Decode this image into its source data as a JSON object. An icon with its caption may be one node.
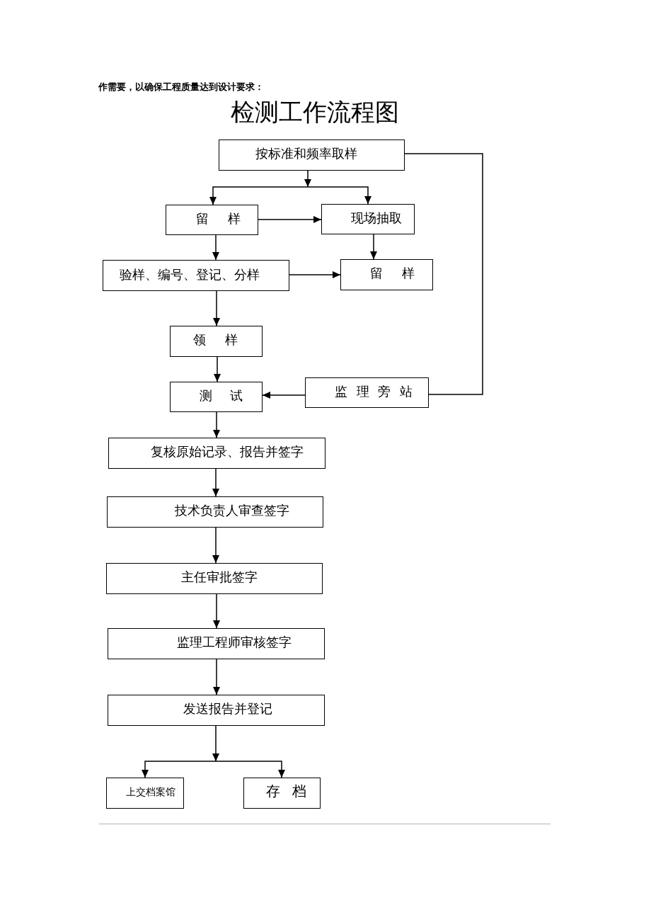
{
  "diagram": {
    "title": "检测工作流程图",
    "nodes": [
      {
        "text": [
          "按标准和频率取样"
        ]
      },
      {
        "text": [
          "留 样"
        ]
      },
      {
        "text": [
          "现场抽取"
        ]
      },
      {
        "text": [
          "验样、编号、登记、分样"
        ]
      },
      {
        "text": [
          "留 样"
        ]
      },
      {
        "text": [
          "领 样"
        ]
      },
      {
        "text": [
          "测 试"
        ]
      },
      {
        "text": [
          "监 理 旁 站"
        ]
      },
      {
        "text": [
          "复核原始记录、报告并签字"
        ]
      },
      {
        "text": [
          "技术负责人审查签字"
        ]
      },
      {
        "text": [
          "主任审批签字"
        ]
      },
      {
        "text": [
          "监理工程师审核签字"
        ]
      },
      {
        "text": [
          "发送报告并登记"
        ]
      },
      {
        "text": [
          "上交档案馆"
        ]
      },
      {
        "text": [
          "存 档"
        ]
      }
    ],
    "edges": [
      {
        "from": 0,
        "to": 1,
        "arrow": "to"
      },
      {
        "from": 0,
        "to": 2,
        "arrow": "to"
      },
      {
        "from": 0,
        "to": 7,
        "arrow": "none"
      },
      {
        "from": 1,
        "to": 2,
        "arrow": "to"
      },
      {
        "from": 1,
        "to": 3,
        "arrow": "to"
      },
      {
        "from": 2,
        "to": 4,
        "arrow": "to"
      },
      {
        "from": 3,
        "to": 4,
        "arrow": "to"
      },
      {
        "from": 3,
        "to": 5,
        "arrow": "to"
      },
      {
        "from": 5,
        "to": 6,
        "arrow": "to"
      },
      {
        "from": 7,
        "to": 6,
        "arrow": "to"
      },
      {
        "from": 6,
        "to": 8,
        "arrow": "to"
      },
      {
        "from": 8,
        "to": 9,
        "arrow": "to"
      },
      {
        "from": 9,
        "to": 10,
        "arrow": "to"
      },
      {
        "from": 10,
        "to": 11,
        "arrow": "to"
      },
      {
        "from": 11,
        "to": 12,
        "arrow": "to"
      },
      {
        "from": 12,
        "to": 13,
        "arrow": "to"
      },
      {
        "from": 12,
        "to": 14,
        "arrow": "to"
      }
    ],
    "labels": [
      "作需要，以确保工程质量达到设计要求："
    ]
  }
}
